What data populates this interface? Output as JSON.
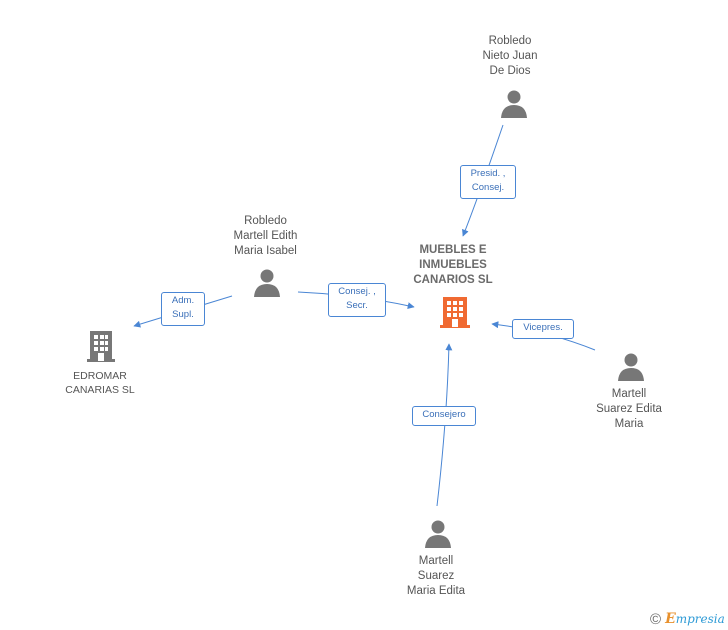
{
  "diagram": {
    "center": {
      "name": "MUEBLES E\nINMUEBLES\nCANARIOS SL",
      "icon": "building-icon",
      "color": "#f06a32"
    },
    "persons": [
      {
        "id": "robledo-nieto",
        "name": "Robledo\nNieto Juan\nDe Dios",
        "icon": "person-icon"
      },
      {
        "id": "robledo-martell",
        "name": "Robledo\nMartell Edith\nMaria Isabel",
        "icon": "person-icon"
      },
      {
        "id": "martell-suarez-edita",
        "name": "Martell\nSuarez Edita\nMaria",
        "icon": "person-icon"
      },
      {
        "id": "martell-suarez-maria",
        "name": "Martell\nSuarez\nMaria Edita",
        "icon": "person-icon"
      }
    ],
    "companies": [
      {
        "id": "edromar",
        "name": "EDROMAR\nCANARIAS SL",
        "icon": "building-icon",
        "color": "#777777"
      }
    ],
    "relations": [
      {
        "label": "Presid. ,\nConsej."
      },
      {
        "label": "Consej. ,\nSecr."
      },
      {
        "label": "Adm.\nSupl."
      },
      {
        "label": "Vicepres."
      },
      {
        "label": "Consejero"
      }
    ],
    "edge_color": "#4a86d4",
    "icon_color": "#777777"
  },
  "footer": {
    "copyright": "©",
    "brand_first": "E",
    "brand_rest": "mpresia"
  }
}
